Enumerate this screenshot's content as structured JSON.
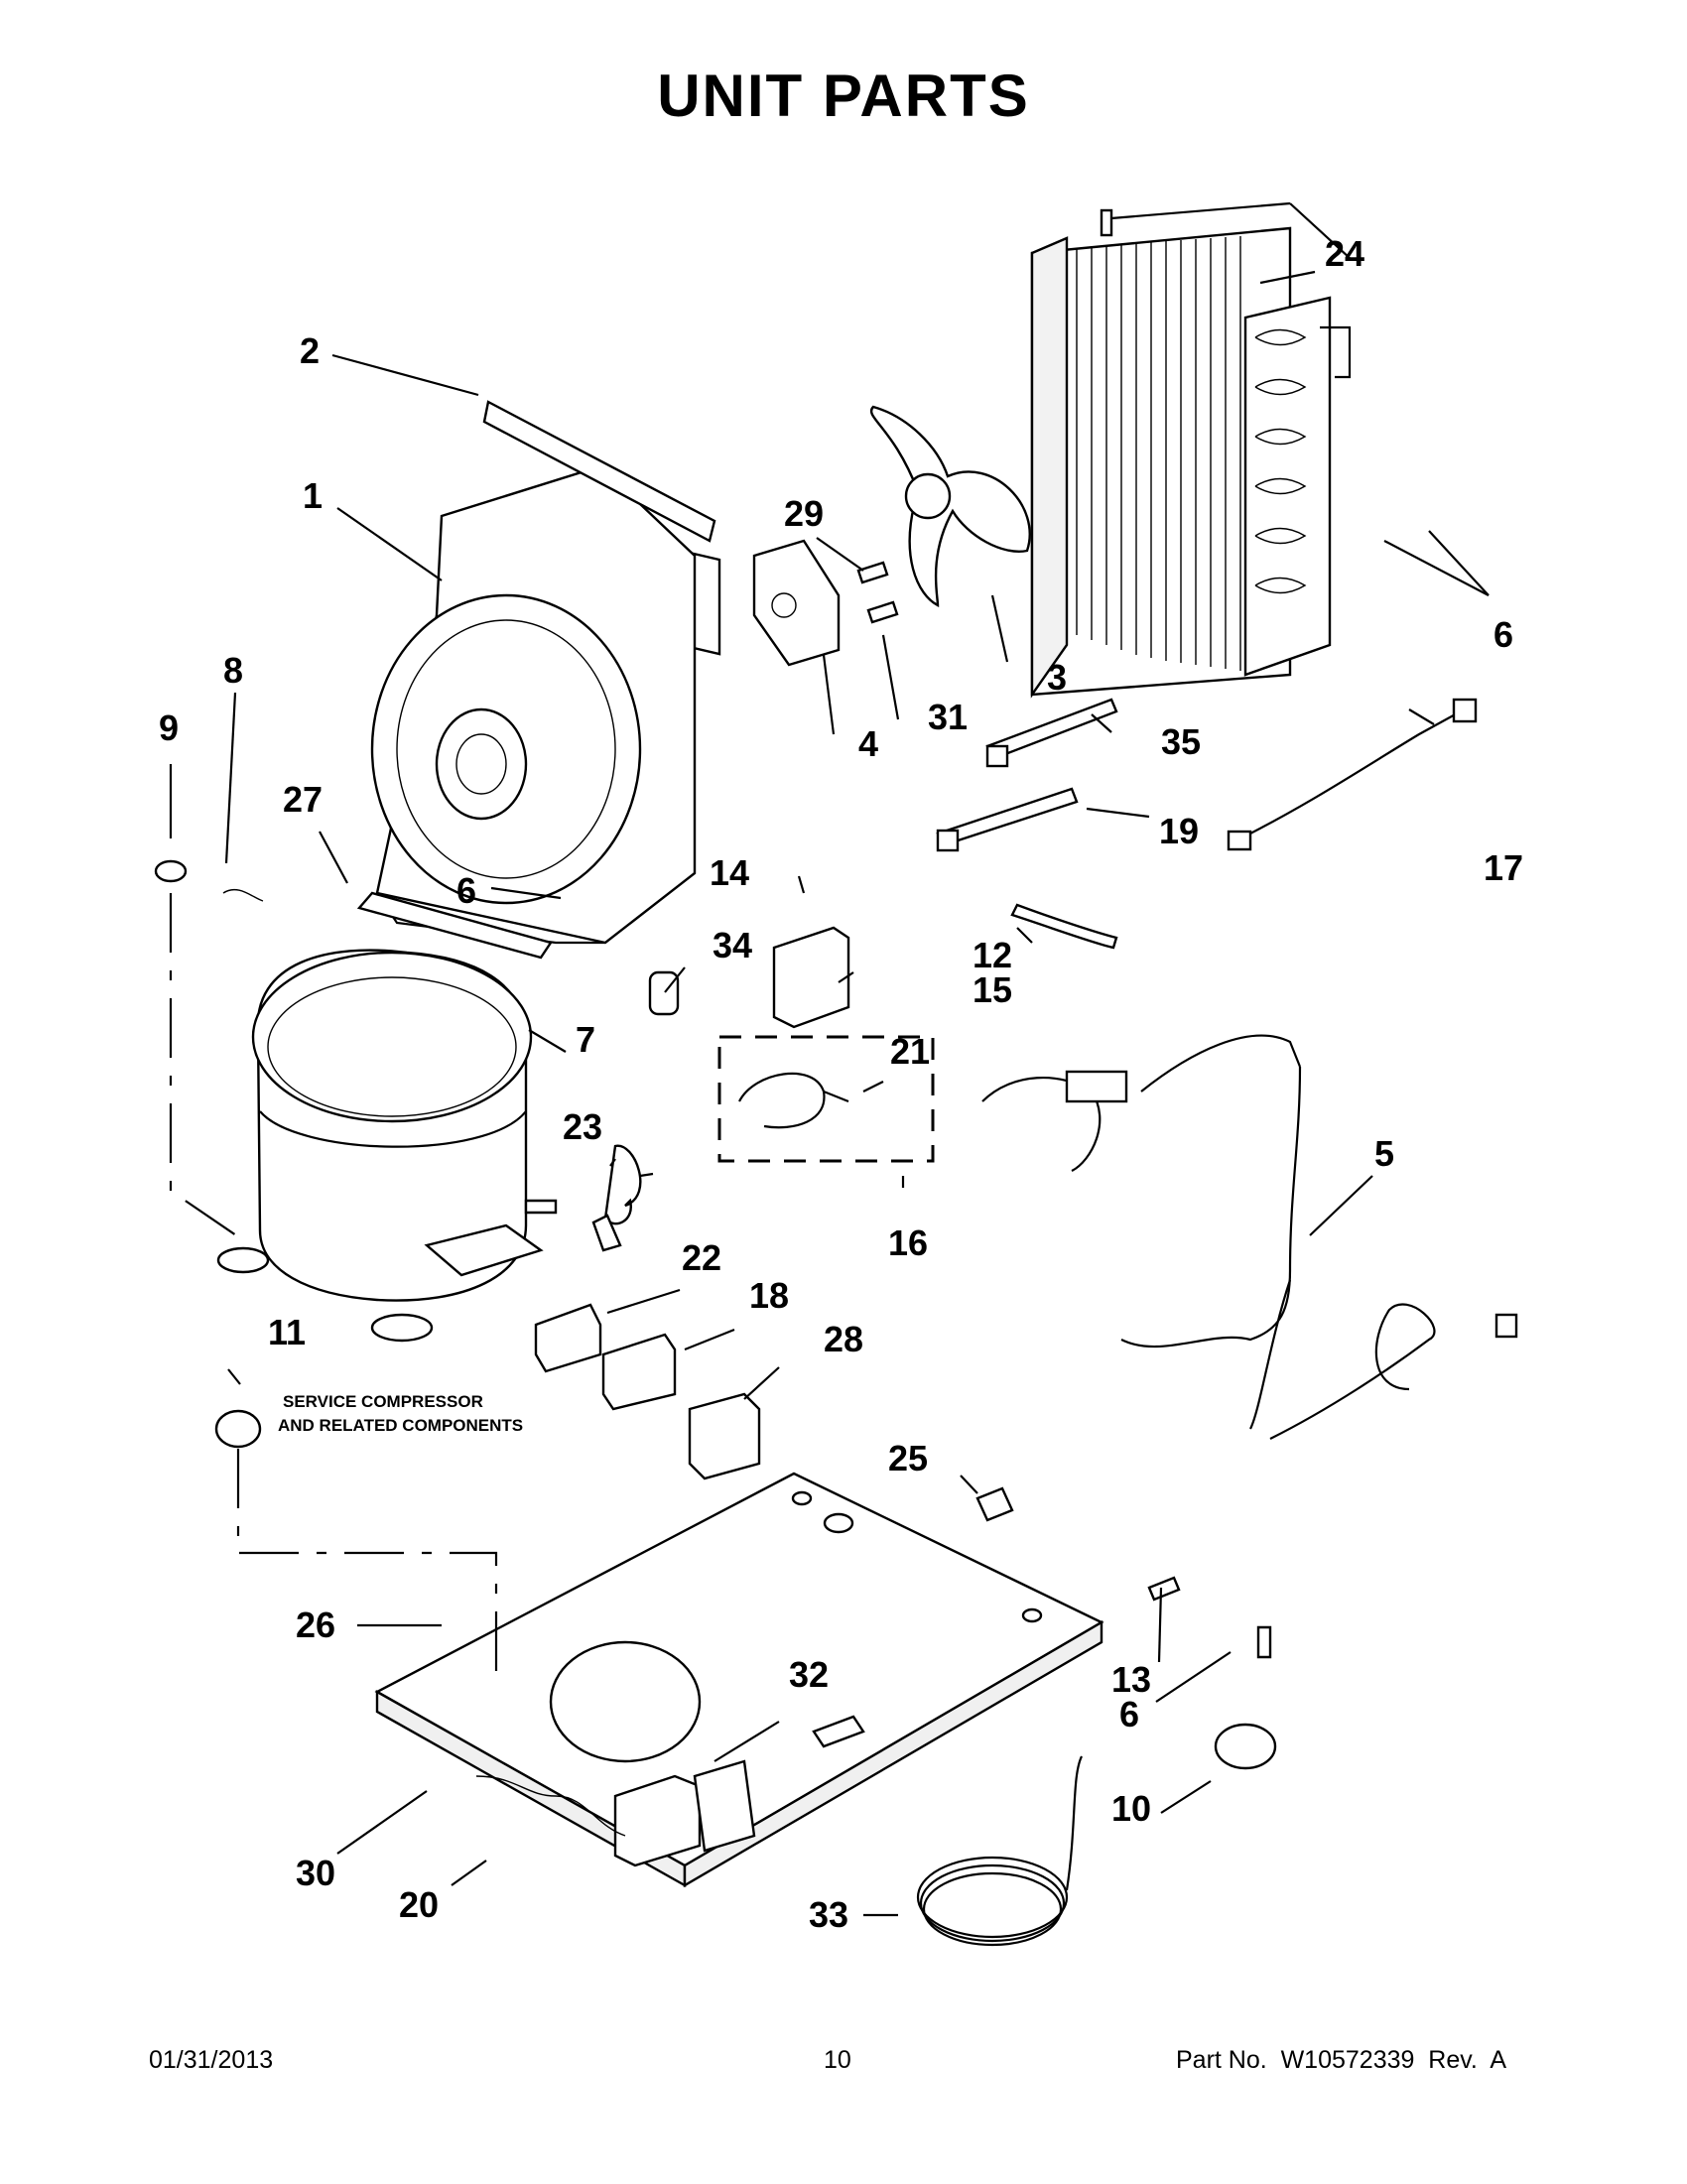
{
  "title": "UNIT  PARTS",
  "callouts": {
    "c1": "1",
    "c2": "2",
    "c3": "3",
    "c4": "4",
    "c5": "5",
    "c6a": "6",
    "c6b": "6",
    "c6c": "6",
    "c7": "7",
    "c8": "8",
    "c9": "9",
    "c10": "10",
    "c11": "11",
    "c12": "12",
    "c13": "13",
    "c14": "14",
    "c15": "15",
    "c16": "16",
    "c17": "17",
    "c18": "18",
    "c19": "19",
    "c20": "20",
    "c21": "21",
    "c22": "22",
    "c23": "23",
    "c24": "24",
    "c25": "25",
    "c26": "26",
    "c27": "27",
    "c28": "28",
    "c29": "29",
    "c30": "30",
    "c31": "31",
    "c32": "32",
    "c33": "33",
    "c34": "34",
    "c35": "35"
  },
  "note": {
    "line1": "SERVICE COMPRESSOR",
    "line2": "AND RELATED COMPONENTS"
  },
  "footer": {
    "date": "01/31/2013",
    "page": "10",
    "part": "Part No.  W10572339  Rev.  A"
  }
}
